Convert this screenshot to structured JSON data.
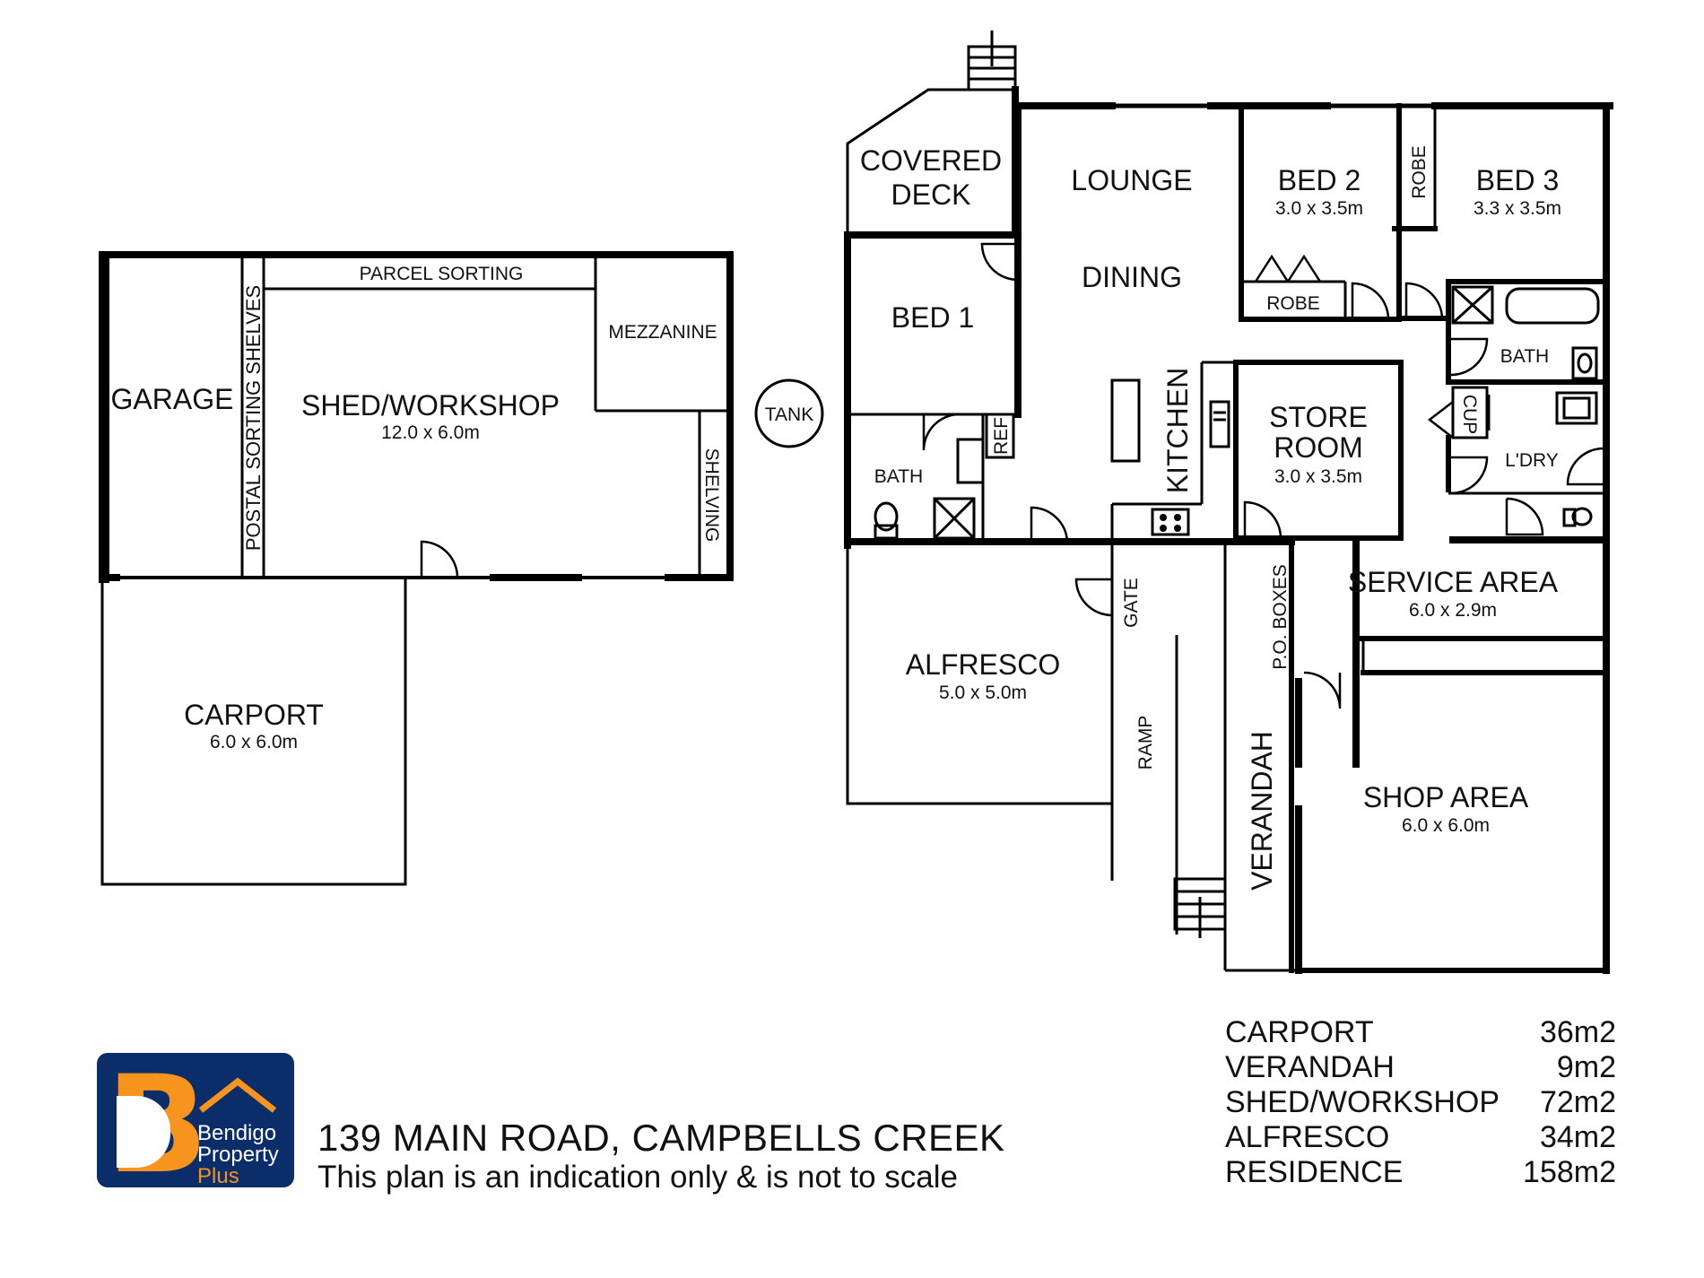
{
  "rooms": {
    "covered_deck": [
      "COVERED",
      "DECK"
    ],
    "lounge": "LOUNGE",
    "dining": "DINING",
    "bed2": {
      "name": "BED 2",
      "size": "3.0 x 3.5m"
    },
    "robe_top": "ROBE",
    "bed3": {
      "name": "BED 3",
      "size": "3.3 x 3.5m"
    },
    "robe_bed2": "ROBE",
    "bed1": "BED 1",
    "bath_main": "BATH",
    "cup": "CUP",
    "ldry": "L'DRY",
    "store_room": {
      "name": [
        "STORE",
        "ROOM"
      ],
      "size": "3.0 x 3.5m"
    },
    "kitchen": "KITCHEN",
    "ref": "REF",
    "bath_bed1": "BATH",
    "tank": "TANK",
    "service_area": {
      "name": "SERVICE AREA",
      "size": "6.0 x 2.9m"
    },
    "po_boxes": "P.O. BOXES",
    "gate": "GATE",
    "alfresco": {
      "name": "ALFRESCO",
      "size": "5.0 x 5.0m"
    },
    "ramp": "RAMP",
    "verandah": "VERANDAH",
    "shop_area": {
      "name": "SHOP AREA",
      "size": "6.0 x 6.0m"
    },
    "garage": "GARAGE",
    "postal_sorting_shelves": "POSTAL SORTING SHELVES",
    "parcel_sorting": "PARCEL SORTING",
    "shed_workshop": {
      "name": "SHED/WORKSHOP",
      "size": "12.0 x 6.0m"
    },
    "mezzanine": "MEZZANINE",
    "shelving": "SHELVING",
    "carport": {
      "name": "CARPORT",
      "size": "6.0 x 6.0m"
    }
  },
  "footer": {
    "address": "139 MAIN ROAD, CAMPBELLS CREEK",
    "disclaimer": "This plan is an indication only & is not to scale"
  },
  "areas": [
    {
      "label": "CARPORT",
      "value": "36m2"
    },
    {
      "label": "VERANDAH",
      "value": "9m2"
    },
    {
      "label": "SHED/WORKSHOP",
      "value": "72m2"
    },
    {
      "label": "ALFRESCO",
      "value": "34m2"
    },
    {
      "label": "RESIDENCE",
      "value": "158m2"
    }
  ],
  "logo": {
    "letter": "B",
    "line1": "Bendigo",
    "line2": "Property",
    "line3": "Plus",
    "colors": {
      "navy": "#0b2e6b",
      "orange": "#f7941d"
    }
  }
}
